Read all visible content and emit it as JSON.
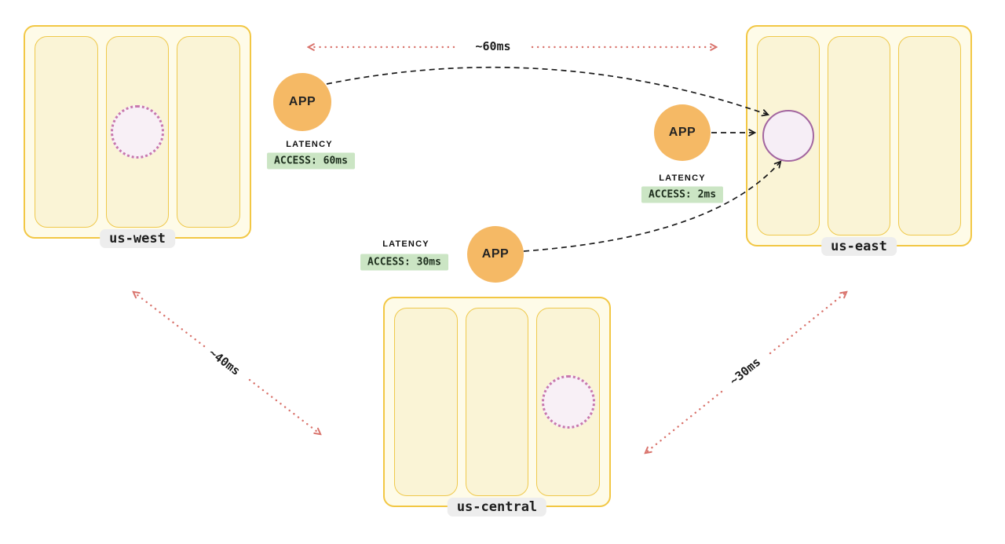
{
  "regions": [
    {
      "id": "us-west",
      "label": "us-west",
      "zone_count": 3,
      "replica_style": "dotted"
    },
    {
      "id": "us-east",
      "label": "us-east",
      "zone_count": 3,
      "replica_style": "solid"
    },
    {
      "id": "us-central",
      "label": "us-central",
      "zone_count": 3,
      "replica_style": "dotted"
    }
  ],
  "apps": [
    {
      "id": "app-west",
      "label": "APP",
      "latency_title": "LATENCY",
      "access_badge": "ACCESS: 60ms"
    },
    {
      "id": "app-east",
      "label": "APP",
      "latency_title": "LATENCY",
      "access_badge": "ACCESS: 2ms"
    },
    {
      "id": "app-central",
      "label": "APP",
      "latency_title": "LATENCY",
      "access_badge": "ACCESS: 30ms"
    }
  ],
  "links": [
    {
      "from": "us-west",
      "to": "us-east",
      "latency": "~60ms"
    },
    {
      "from": "us-west",
      "to": "us-central",
      "latency": "~40ms"
    },
    {
      "from": "us-central",
      "to": "us-east",
      "latency": "~30ms"
    }
  ],
  "colors": {
    "region_border": "#F2C744",
    "region_fill": "#FEFBE8",
    "zone_fill": "#FAF4D6",
    "app_fill": "#F5B965",
    "access_badge_bg": "#CBE5C4",
    "replica_stroke": "#C878AE",
    "primary_db_stroke": "#A366A0",
    "inter_region_arrow": "#D9736C",
    "access_arrow": "#1B1B1B",
    "region_label_pill_bg": "#EDEDED"
  }
}
